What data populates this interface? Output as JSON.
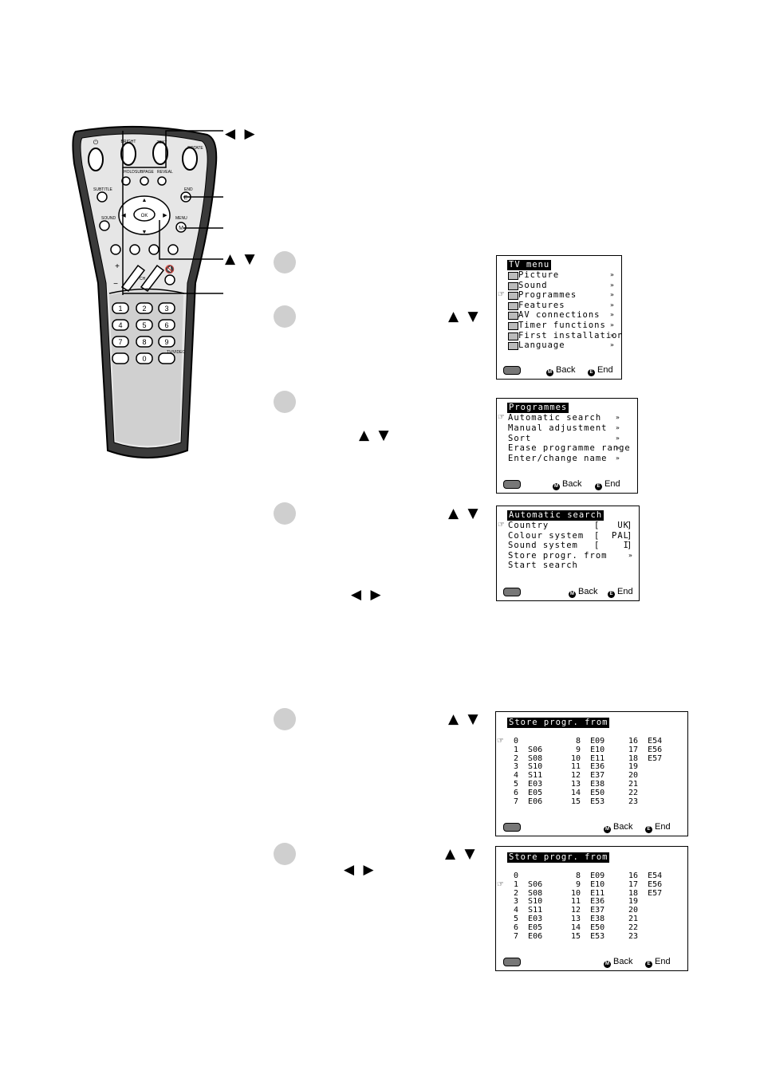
{
  "remote": {
    "buttons": {
      "bright": "BRIGHT",
      "text": "TEXT",
      "rotate": "ROTATE",
      "hold": "HOLD",
      "subpage": "SUBPAGE",
      "reveal": "REVEAL",
      "subtitle": "SUBTITLE",
      "end": "END",
      "sound": "SOUND",
      "menu": "MENU",
      "ok": "OK",
      "ch": "CH",
      "tvvideo": "TV/VIDEO",
      "digits": [
        "1",
        "2",
        "3",
        "4",
        "5",
        "6",
        "7",
        "8",
        "9",
        "0"
      ]
    },
    "callouts": {
      "left_right": "◀ ▶",
      "up_down": "▲ ▼"
    }
  },
  "steps": {
    "step2_arrows": "▲ ▼",
    "step3_arrows": "▲ ▼",
    "step4_arrows_ud": "▲ ▼",
    "step4_arrows_lr": "◀ ▶",
    "step5_arrows": "▲ ▼",
    "step6_arrows_ud": "▲ ▼",
    "step6_arrows_lr": "◀ ▶"
  },
  "screens": {
    "tv_menu": {
      "title": "TV menu",
      "items": [
        "Picture",
        "Sound",
        "Programmes",
        "Features",
        "AV connections",
        "Timer functions",
        "First installation",
        "Language"
      ],
      "back": "Back",
      "end": "End"
    },
    "programmes": {
      "title": "Programmes",
      "items": [
        "Automatic search",
        "Manual adjustment",
        "Sort",
        "Erase programme range",
        "Enter/change name"
      ],
      "back": "Back",
      "end": "End"
    },
    "automatic_search": {
      "title": "Automatic search",
      "rows": [
        {
          "label": "Country",
          "value": "UK"
        },
        {
          "label": "Colour system",
          "value": "PAL"
        },
        {
          "label": "Sound system",
          "value": "I"
        },
        {
          "label": "Store progr. from",
          "value": "»"
        },
        {
          "label": "Start search",
          "value": ""
        }
      ],
      "back": "Back",
      "end": "End"
    },
    "store_progr_1": {
      "title": "Store progr. from",
      "col1": [
        "0",
        "1  S06",
        "2  S08",
        "3  S10",
        "4  S11",
        "5  E03",
        "6  E05",
        "7  E06"
      ],
      "col2": [
        " 8  E09",
        " 9  E10",
        "10  E11",
        "11  E36",
        "12  E37",
        "13  E38",
        "14  E50",
        "15  E53"
      ],
      "col3": [
        "16  E54",
        "17  E56",
        "18  E57",
        "19",
        "20",
        "21",
        "22",
        "23"
      ],
      "back": "Back",
      "end": "End"
    },
    "store_progr_2": {
      "title": "Store progr. from",
      "col1": [
        "0",
        "1  S06",
        "2  S08",
        "3  S10",
        "4  S11",
        "5  E03",
        "6  E05",
        "7  E06"
      ],
      "col2": [
        " 8  E09",
        " 9  E10",
        "10  E11",
        "11  E36",
        "12  E37",
        "13  E38",
        "14  E50",
        "15  E53"
      ],
      "col3": [
        "16  E54",
        "17  E56",
        "18  E57",
        "19",
        "20",
        "21",
        "22",
        "23"
      ],
      "back": "Back",
      "end": "End"
    }
  }
}
